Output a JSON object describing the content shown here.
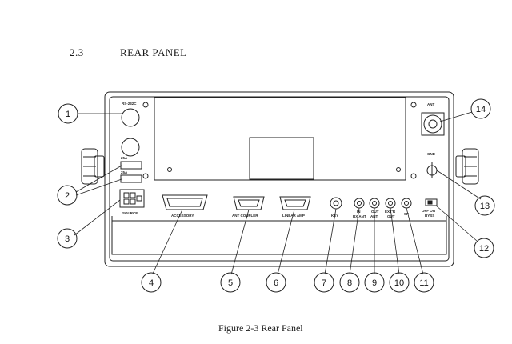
{
  "section": {
    "number": "2.3",
    "title": "REAR PANEL"
  },
  "caption": "Figure 2-3  Rear Panel",
  "panel_labels": {
    "rs232c": "RS-232C",
    "fuse_upper": "25A",
    "fuse_lower": "25A",
    "source": "SOURCE",
    "accessory": "ACCESSORY",
    "ant_coupler": "ANT COUPLER",
    "linear_amp": "LINEAR AMP",
    "key": "KEY",
    "rx_ant_top": "IN",
    "rx_ant_bottom": "RX ANT",
    "out_ant_top": "OUT",
    "out_ant_bottom": "ANT",
    "extsp_top": "EXT'R",
    "extsp_bottom": "OUT",
    "sp": "SP",
    "switch_top": "OFF  ON",
    "switch_bottom": "BYSS",
    "ant": "ANT",
    "gnd": "GND"
  },
  "callouts": [
    "1",
    "2",
    "3",
    "4",
    "5",
    "6",
    "7",
    "8",
    "9",
    "10",
    "11",
    "12",
    "13",
    "14"
  ]
}
